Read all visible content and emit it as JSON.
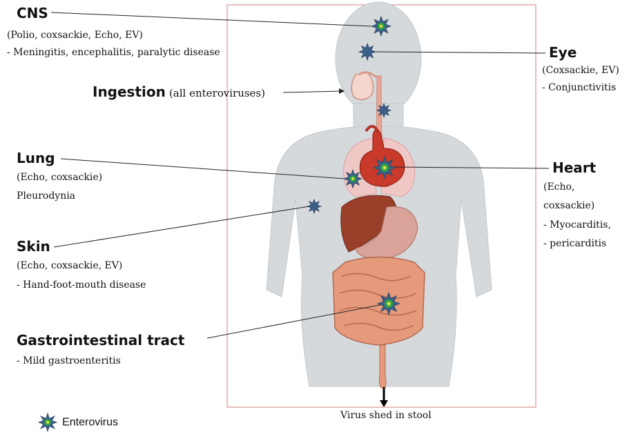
{
  "labels": {
    "cns": {
      "title": "CNS",
      "line1": "(Polio, coxsackie, Echo, EV)",
      "line2": "- Meningitis, encephalitis, paralytic disease"
    },
    "eye": {
      "title": "Eye",
      "line1": "(Coxsackie, EV)",
      "line2": "- Conjunctivitis"
    },
    "ingestion": {
      "title": "Ingestion",
      "detail": "(all enteroviruses)"
    },
    "lung": {
      "title": "Lung",
      "line1": "(Echo, coxsackie)",
      "line2": "Pleurodynia"
    },
    "heart": {
      "title": "Heart",
      "line1": "(Echo,",
      "line2": "coxsackie)",
      "line3": "- Myocarditis,",
      "line4": "- pericarditis"
    },
    "skin": {
      "title": "Skin",
      "line1": "(Echo, coxsackie, EV)",
      "line2": "- Hand-foot-mouth disease"
    },
    "gi": {
      "title": "Gastrointestinal tract",
      "line1": "- Mild gastroenteritis"
    }
  },
  "stool_caption": "Virus shed in stool",
  "legend": {
    "label": "Enterovirus"
  },
  "colors": {
    "virus": "#3b5f86",
    "virus_center": "#27a34a",
    "virus_core": "#e8dc3a",
    "frame": "#e2a8a8",
    "body": "#d6d9dc",
    "body_edge": "#c4c8cc",
    "liver": "#9a3f2a",
    "stomach": "#d9a39a",
    "intestine": "#e69a7c",
    "lung": "#efc7c5",
    "heart": "#c93a2b"
  },
  "icons": {
    "virus": "virus-icon",
    "arrow": "down-arrow-icon"
  }
}
